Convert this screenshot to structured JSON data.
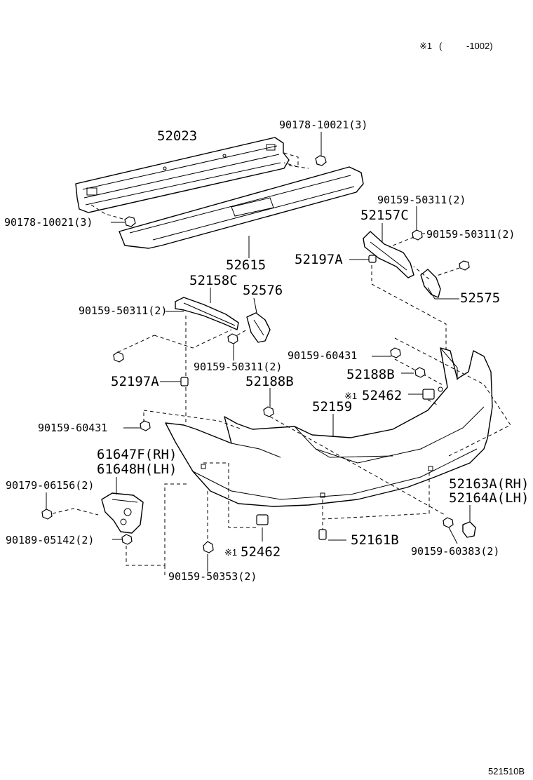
{
  "header": {
    "note_mark": "※1",
    "note_open": "(",
    "note_range": "-1002)"
  },
  "footer": {
    "illustration_code": "521510B"
  },
  "labels": {
    "reinforcement": "52023",
    "reinforcement_nut_upper": "90178-10021(3)",
    "reinforcement_nut_lower": "90178-10021(3)",
    "absorber": "52615",
    "retainer_rh_bolt_upper": "90159-50311(2)",
    "retainer_rh": "52157C",
    "retainer_rh_bolt_side": "90159-50311(2)",
    "clip_rh": "52197A",
    "bracket_rh": "52575",
    "retainer_lh": "52158C",
    "bracket_lh": "52576",
    "retainer_lh_bolt_left": "90159-50311(2)",
    "retainer_lh_bolt_mid": "90159-50311(2)",
    "screw_upper": "90159-60431",
    "clip_lh": "52197A",
    "grommet_lh": "52188B",
    "grommet_rh": "52188B",
    "nut_square_upper": "52462",
    "nut_square_upper_mark": "※1",
    "cover": "52159",
    "screw_left": "90159-60431",
    "reflector_rh": "61647F(RH)",
    "reflector_lh": "61648H(LH)",
    "reflector_bolt": "90179-06156(2)",
    "reflector_nut": "90189-05142(2)",
    "lower_bolt": "90159-50353(2)",
    "nut_square_lower": "52462",
    "nut_square_lower_mark": "※1",
    "clip_lower": "52161B",
    "mudguard_rh": "52163A(RH)",
    "mudguard_lh": "52164A(LH)",
    "mudguard_bolt": "90159-60383(2)"
  },
  "icons": {
    "bolt": "hex-bolt-icon",
    "nut": "hex-nut-icon",
    "clip": "push-clip-icon",
    "square_nut": "square-nut-icon"
  }
}
